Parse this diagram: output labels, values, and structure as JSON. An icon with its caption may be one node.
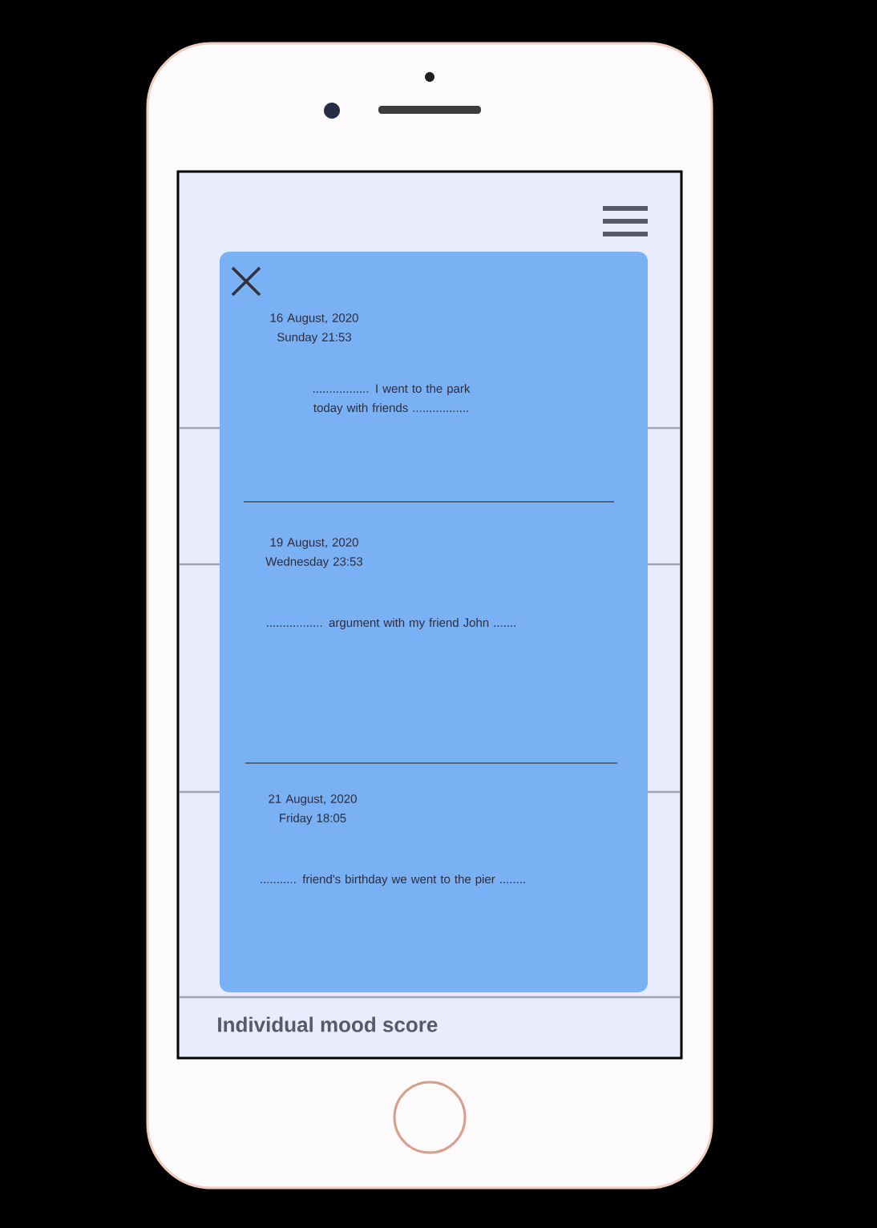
{
  "diagram": {
    "labels": [
      "16 August, 2020 Sunday 21:53",
      "................. I went to the park today with friends .................",
      "19 August, 2020 Wednesday 23:53",
      "................. argument with my friend John .......",
      "21 August, 2020 Friday 18:05",
      "........... friend's birthday we went to the pier ........",
      "Individual mood score"
    ]
  }
}
